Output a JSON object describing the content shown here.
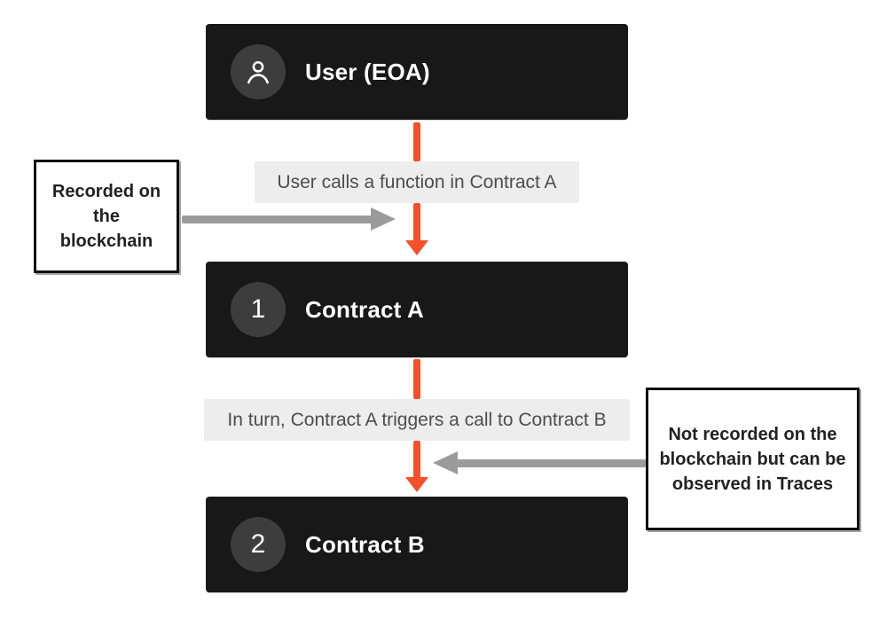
{
  "nodes": [
    {
      "label": "User (EOA)",
      "badge_icon": "user-icon"
    },
    {
      "label": "Contract A",
      "badge": "1"
    },
    {
      "label": "Contract B",
      "badge": "2"
    }
  ],
  "edge_labels": [
    "User calls a function in Contract A",
    "In turn, Contract A triggers a call to Contract B"
  ],
  "annotations": {
    "left": "Recorded on the blockchain",
    "right": "Not recorded on the blockchain but can be observed in Traces"
  },
  "colors": {
    "node_background": "#181818",
    "badge_background": "#3d3d3d",
    "arrow_orange": "#f4502b",
    "arrow_gray": "#9b9b9b",
    "edge_label_background": "#ededed",
    "edge_label_text": "#4d4d4d",
    "callout_border": "#0f0f0f"
  }
}
